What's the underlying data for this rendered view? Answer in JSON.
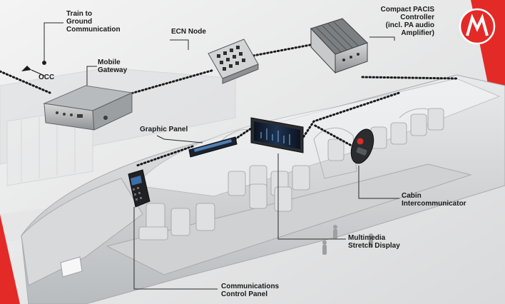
{
  "labels": {
    "train_to_ground": "Train to\nGround\nCommunication",
    "occ": "OCC",
    "mobile_gateway": "Mobile\nGateway",
    "ecn_node": "ECN Node",
    "compact_pacis": "Compact PACIS\nController\n(incl. PA audio\nAmplifier)",
    "graphic_panel": "Graphic Panel",
    "cabin_intercommunicator": "Cabin\nIntercommunicator",
    "multimedia_display": "Multimedia\nStretch Display",
    "communications_panel": "Communications\nControl Panel"
  },
  "colors": {
    "accent_red": "#e42a27",
    "background": "#ececec",
    "line_dark": "#1a1a1a"
  },
  "icons": {
    "brand_logo": "m-logo-icon"
  }
}
